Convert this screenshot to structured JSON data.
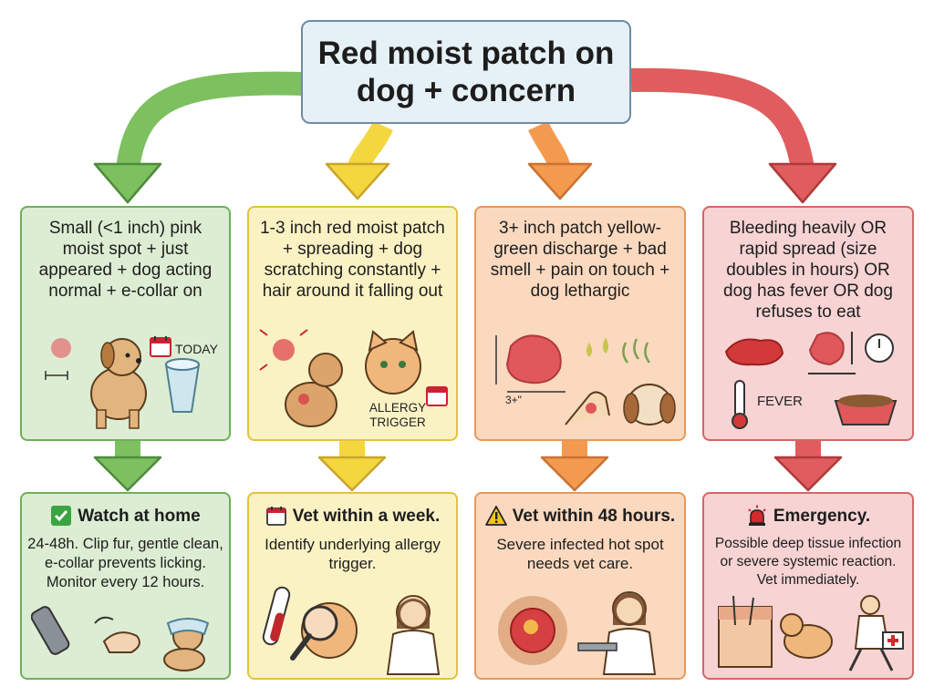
{
  "title": "Red moist patch on dog + concern",
  "colors": {
    "green": "#6fae5a",
    "yellow": "#e2c23d",
    "orange": "#e8975a",
    "red": "#d66567"
  },
  "conditions": [
    {
      "text": "Small (<1 inch) pink moist spot + just appeared + dog acting normal + e-collar on",
      "label": "TODAY"
    },
    {
      "text": "1-3 inch red moist patch + spreading + dog scratching constantly + hair around it falling out",
      "label": "ALLERGY TRIGGER"
    },
    {
      "text": "3+ inch patch yellow-green discharge + bad smell + pain on touch + dog lethargic",
      "label": "3+\""
    },
    {
      "text": "Bleeding heavily OR rapid spread (size doubles in hours) OR dog has fever OR dog refuses to eat",
      "label": "FEVER"
    }
  ],
  "results": [
    {
      "heading": "Watch at home",
      "icon": "check-icon",
      "text": "24-48h. Clip fur, gentle clean, e-collar prevents licking. Monitor every 12 hours."
    },
    {
      "heading": "Vet within a week.",
      "icon": "calendar-icon",
      "text": "Identify underlying allergy trigger."
    },
    {
      "heading": "Vet within 48 hours.",
      "icon": "warning-icon",
      "text": "Severe infected hot spot needs vet care."
    },
    {
      "heading": "Emergency.",
      "icon": "siren-icon",
      "text": "Possible deep tissue infection or severe systemic reaction. Vet immediately."
    }
  ]
}
